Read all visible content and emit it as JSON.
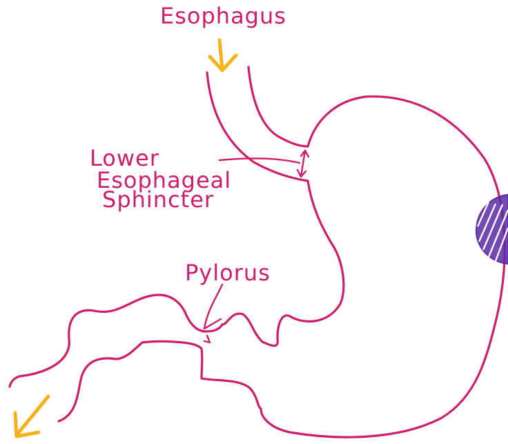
{
  "labels": {
    "esophagus": "Esophagus",
    "les_line1": "Lower",
    "les_line2": "Esophageal",
    "les_line3": "Sphincter",
    "pylorus": "Pylorus"
  },
  "colors": {
    "outline": "#d01c6c",
    "label": "#d01c6c",
    "flow_arrow": "#f5b21a",
    "hatch_spot": "#5b2aa3",
    "background": "#ffffff"
  }
}
